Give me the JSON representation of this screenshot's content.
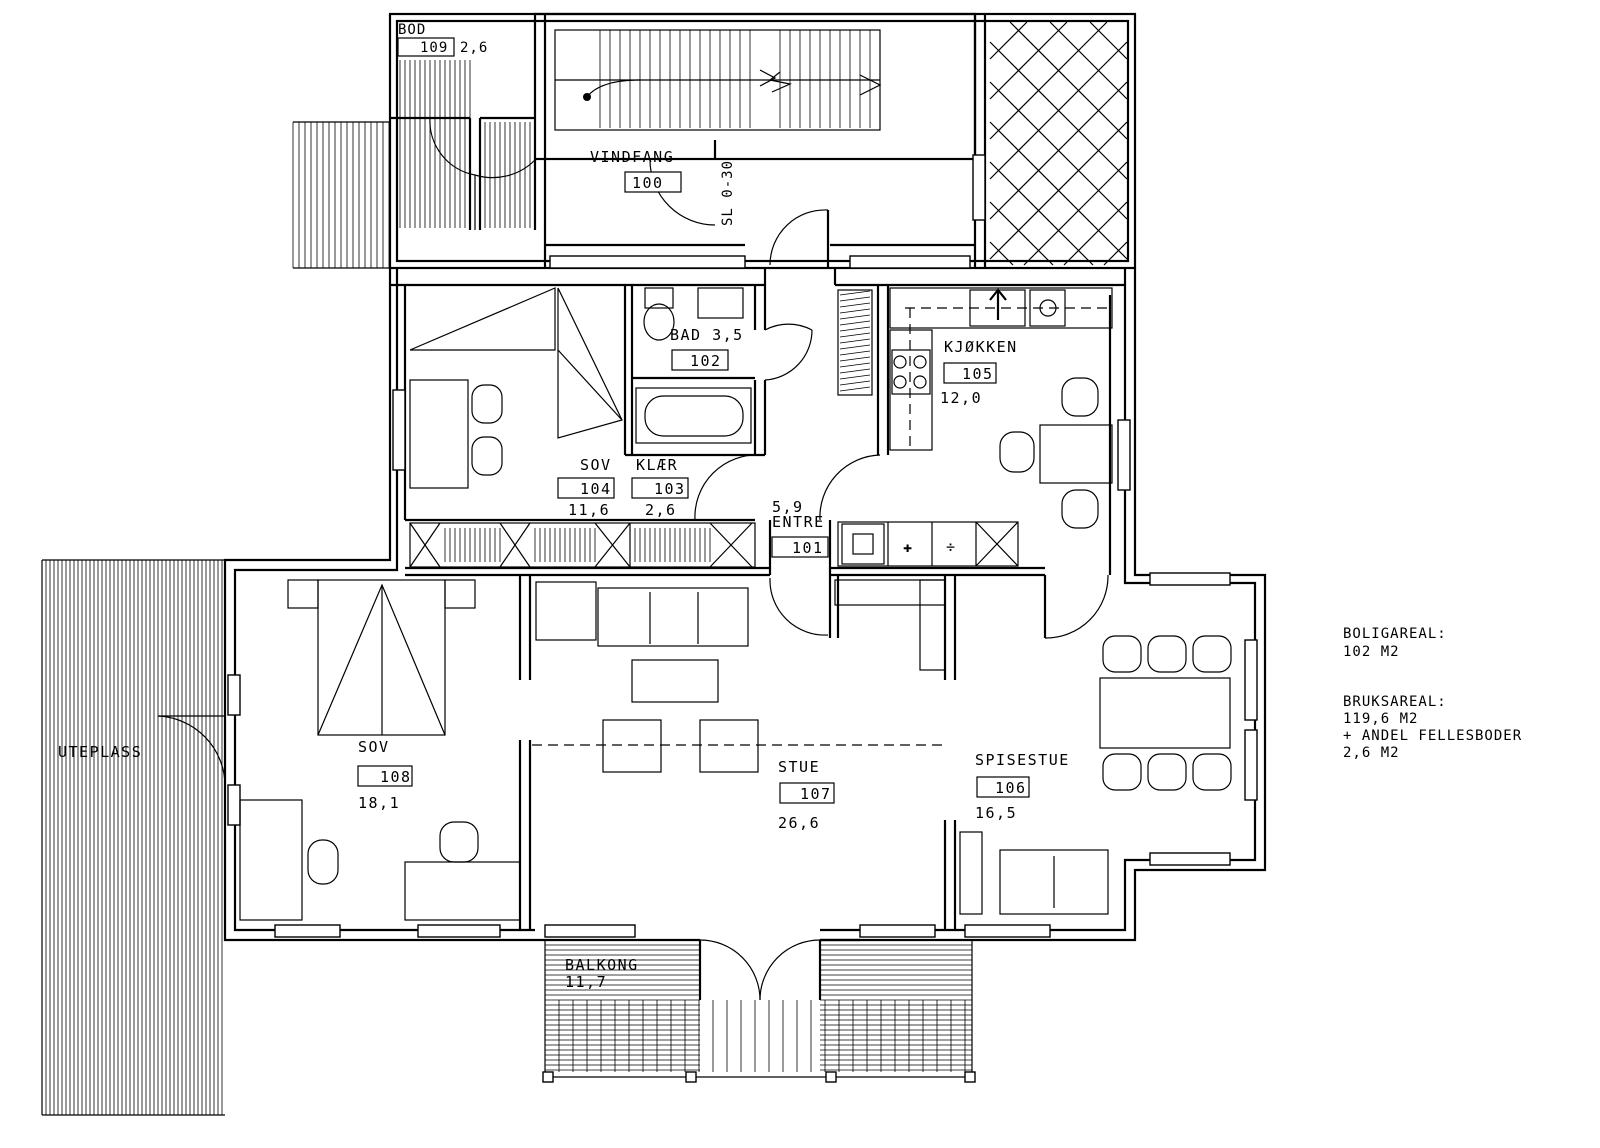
{
  "rooms": {
    "vindfang": {
      "name": "VINDFANG",
      "number": "100"
    },
    "entre": {
      "name": "ENTRE",
      "number": "101",
      "area": "5,9"
    },
    "bad": {
      "name": "BAD 3,5",
      "number": "102"
    },
    "klaer": {
      "name": "KLÆR",
      "number": "103",
      "area": "2,6"
    },
    "sov_small": {
      "name": "SOV",
      "number": "104",
      "area": "11,6"
    },
    "kjokken": {
      "name": "KJØKKEN",
      "number": "105",
      "area": "12,0"
    },
    "spisestue": {
      "name": "SPISESTUE",
      "number": "106",
      "area": "16,5"
    },
    "stue": {
      "name": "STUE",
      "number": "107",
      "area": "26,6"
    },
    "sov_large": {
      "name": "SOV",
      "number": "108",
      "area": "18,1"
    },
    "bod": {
      "name": "BOD",
      "number": "109",
      "area": "2,6"
    }
  },
  "outdoor": {
    "uteplass": {
      "name": "UTEPLASS"
    },
    "balkong": {
      "name": "BALKONG",
      "area": "11,7"
    }
  },
  "stair_note": "SL 0-30",
  "summary": {
    "boligareal_label": "BOLIGAREAL:",
    "boligareal_value": "102 M2",
    "bruksareal_label": "BRUKSAREAL:",
    "bruksareal_value": "119,6 M2",
    "felles_label": "+ ANDEL FELLESBODER",
    "felles_value": "2,6 M2"
  }
}
